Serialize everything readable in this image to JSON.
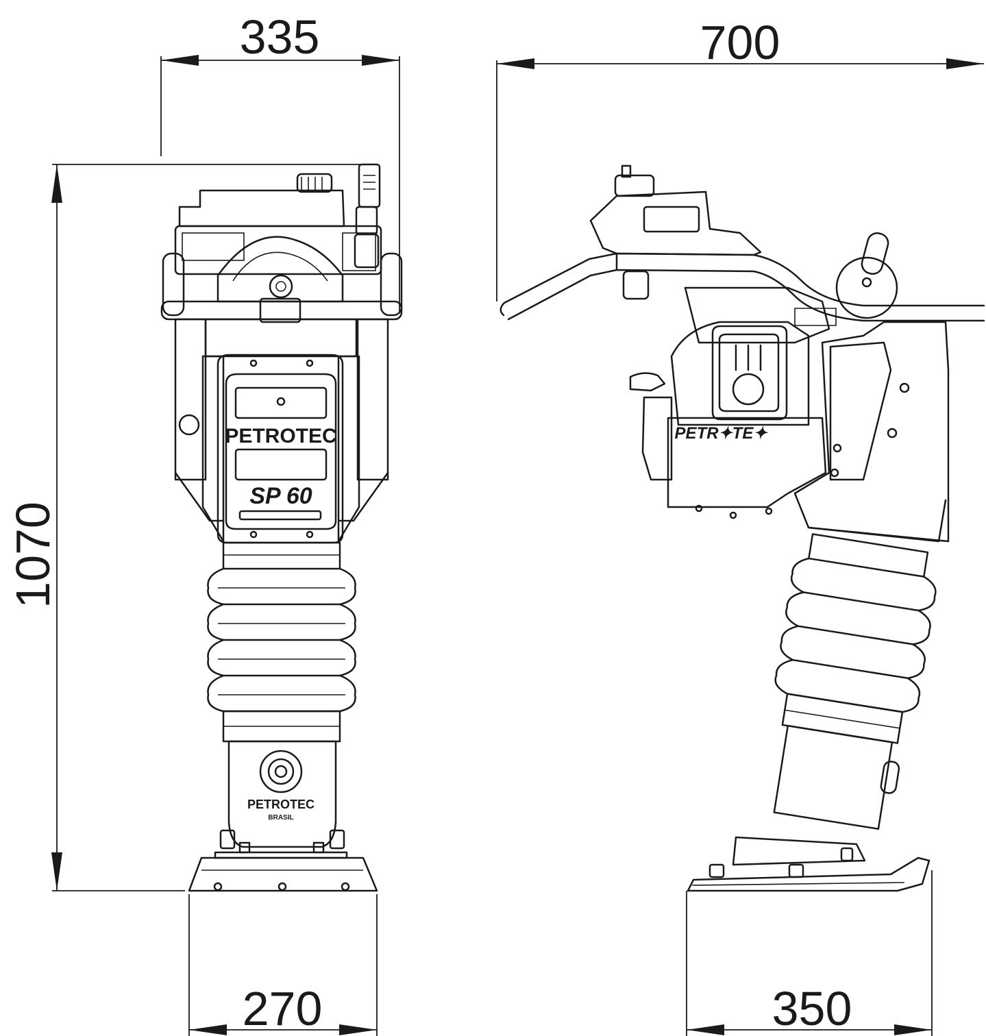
{
  "dimensions": {
    "front_width_top": "335",
    "side_length_top": "700",
    "height": "1070",
    "front_foot_width": "270",
    "side_foot_length": "350"
  },
  "labels": {
    "front_brand": "PETROTEC",
    "front_model": "SP 60",
    "lower_brand": "PETROTEC",
    "lower_sub": "BRASIL",
    "side_brand": "PETR✦TE✦"
  },
  "colors": {
    "line": "#1a1a1a",
    "background": "#ffffff"
  }
}
